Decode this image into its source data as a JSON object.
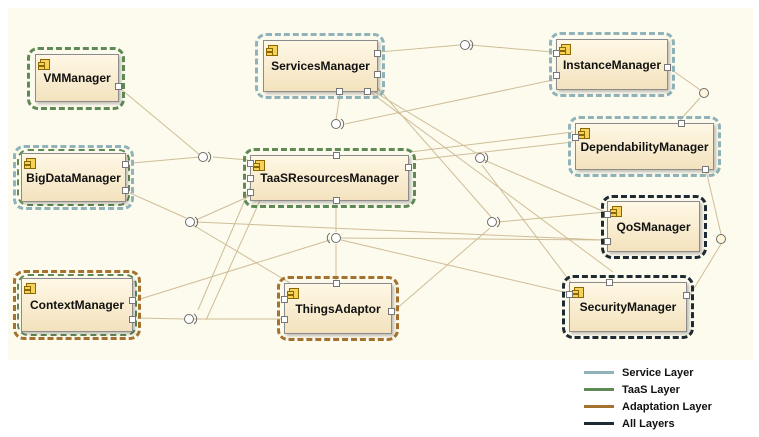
{
  "diagram": {
    "components": {
      "vm": "VMManager",
      "services": "ServicesManager",
      "instance": "InstanceManager",
      "dependability": "DependabilityManager",
      "bigdata": "BigDataManager",
      "taas": "TaaSResourcesManager",
      "qos": "QoSManager",
      "context": "ContextManager",
      "things": "ThingsAdaptor",
      "security": "SecurityManager"
    },
    "colors": {
      "service": "#8fb3b8",
      "taas": "#5f8a55",
      "adaptation": "#a4722e",
      "all": "#1f2b33",
      "wire": "#cfbd97"
    }
  },
  "legend": {
    "items": [
      {
        "label": "Service Layer",
        "color": "#8fb3b8"
      },
      {
        "label": "TaaS Layer",
        "color": "#5f8a55"
      },
      {
        "label": "Adaptation Layer",
        "color": "#a4722e"
      },
      {
        "label": "All Layers",
        "color": "#1f2b33"
      }
    ]
  }
}
